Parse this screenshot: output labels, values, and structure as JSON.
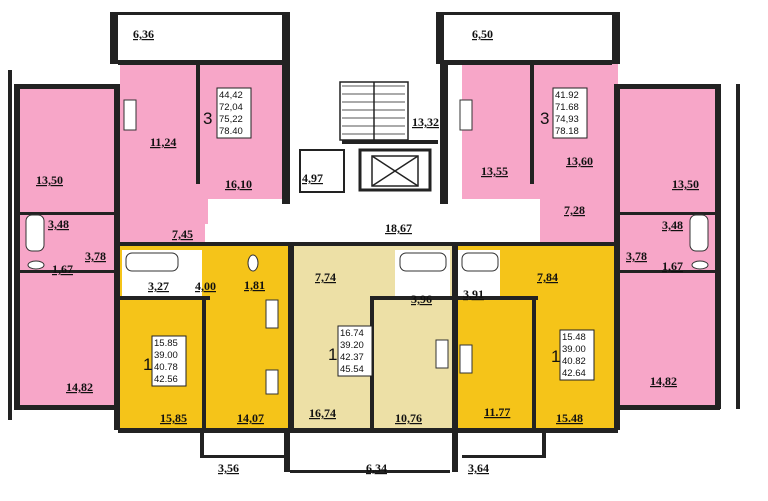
{
  "colors": {
    "pink": "#f7a6c8",
    "yellow": "#f5c419",
    "beige": "#ede0a6",
    "wall": "#222222",
    "corridor": "#ffffff"
  },
  "room_labels": {
    "top_left_balcony": "6,36",
    "top_right_balcony": "6,50",
    "left_kitchen": "11,24",
    "left_bedroom": "16,10",
    "left_living": "13,50",
    "left_bath": "3,48",
    "left_wc": "1,67",
    "left_hall": "3,78",
    "left_bedroom2": "14,82",
    "left_corr": "7,45",
    "stair": "13,32",
    "lobby_small": "4,97",
    "corridor": "18,67",
    "right_kitchen": "13,55",
    "right_bedroom": "13,60",
    "right_living": "13,50",
    "right_bath": "3,48",
    "right_wc": "1,67",
    "right_hall": "3,78",
    "right_bedroom2": "14,82",
    "right_corr": "7,28",
    "y1_hall": "3,27",
    "y1_bath": "4,00",
    "y1_wc": "1,81",
    "y1_room": "15,85",
    "y1_kitchen": "14,07",
    "mid_hall": "7,74",
    "mid_bath": "3,96",
    "mid_room": "16,74",
    "mid_kitchen": "10,76",
    "y2_bath": "3,91",
    "y2_hall": "7,84",
    "y2_kitchen": "11.77",
    "y2_room": "15.48",
    "bottom_left_balcony": "3,56",
    "bottom_mid_balcony": "6,34",
    "bottom_right_balcony": "3,64"
  },
  "apartments": [
    {
      "id": "apt-3-left",
      "rooms": "3",
      "areas": [
        "44,42",
        "72,04",
        "75,22",
        "78.40"
      ]
    },
    {
      "id": "apt-3-right",
      "rooms": "3",
      "areas": [
        "41.92",
        "71.68",
        "74,93",
        "78.18"
      ]
    },
    {
      "id": "apt-1-left",
      "rooms": "1",
      "areas": [
        "15.85",
        "39.00",
        "40.78",
        "42.56"
      ]
    },
    {
      "id": "apt-1-mid",
      "rooms": "1",
      "areas": [
        "16.74",
        "39.20",
        "42.37",
        "45.54"
      ]
    },
    {
      "id": "apt-1-right",
      "rooms": "1",
      "areas": [
        "15.48",
        "39.00",
        "40.82",
        "42.64"
      ]
    }
  ]
}
